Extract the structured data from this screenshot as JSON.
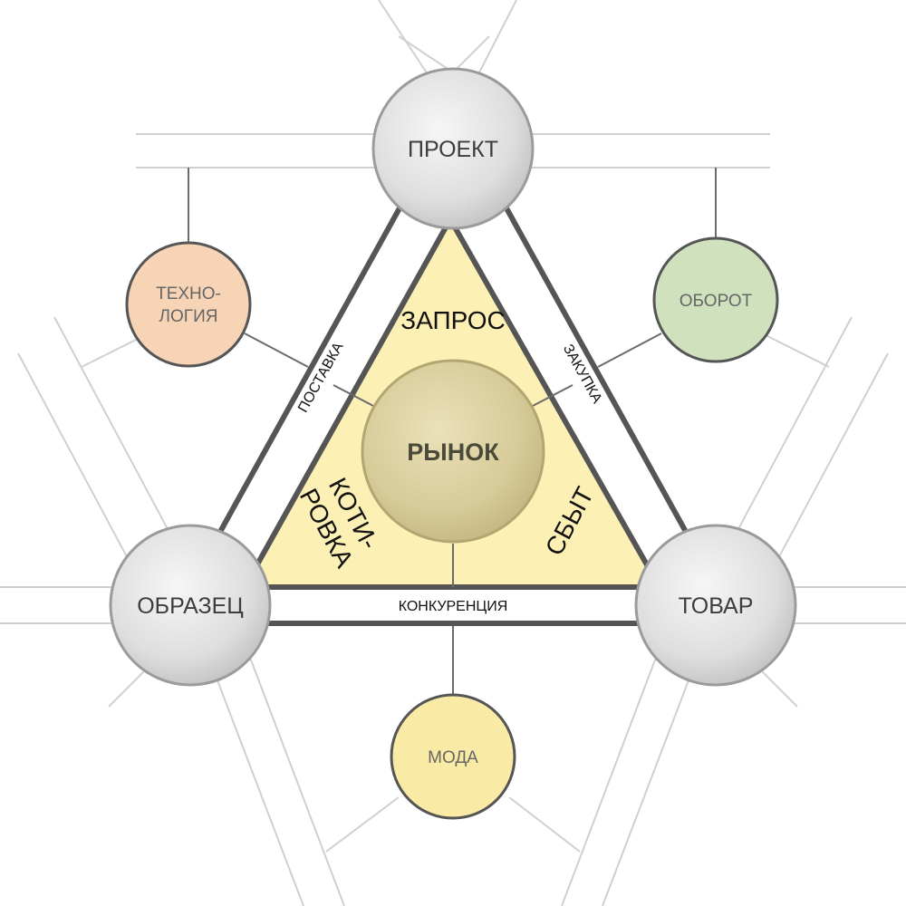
{
  "center": {
    "label": "РЫНОК"
  },
  "nodes": {
    "top": "ПРОЕКТ",
    "left": "ОБРАЗЕЦ",
    "right": "ТОВАР"
  },
  "satellites": {
    "tech": {
      "line1": "ТЕХНО-",
      "line2": "ЛОГИЯ",
      "color": "#f8d4b7"
    },
    "turnover": {
      "label": "ОБОРОТ",
      "color": "#cfe2bd"
    },
    "fashion": {
      "label": "МОДА",
      "color": "#f9eba6"
    }
  },
  "edges": {
    "left": "ПОСТАВКА",
    "right": "ЗАКУПКА",
    "bottom": "КОНКУРЕНЦИЯ"
  },
  "sectors": {
    "top": "ЗАПРОС",
    "left_line1": "КОТИ-",
    "left_line2": "РОВКА",
    "right": "СБЫТ"
  },
  "colors": {
    "triangle_fill": "#fcf0b4",
    "center_fill": "#d6ca98",
    "node_fill": "#e2e2e2",
    "band_stroke": "#555555",
    "faint_line": "#d0d0d0"
  }
}
